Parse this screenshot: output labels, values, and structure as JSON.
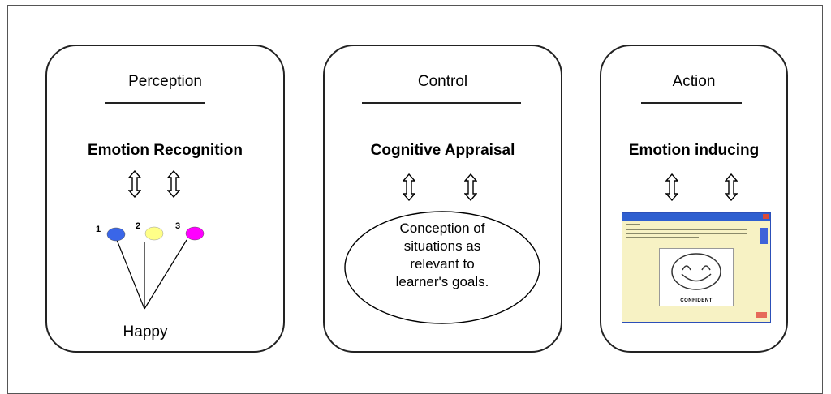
{
  "panels": [
    {
      "title": "Perception",
      "subtitle": "Emotion Recognition"
    },
    {
      "title": "Control",
      "subtitle": "Cognitive Appraisal"
    },
    {
      "title": "Action",
      "subtitle": "Emotion inducing"
    }
  ],
  "perception": {
    "markers": [
      {
        "label": "1",
        "color": "#3a66e8"
      },
      {
        "label": "2",
        "color": "#ffff88"
      },
      {
        "label": "3",
        "color": "#ff00ff"
      }
    ],
    "outcome": "Happy"
  },
  "control": {
    "oval_lines": [
      "Conception of",
      "situations as",
      "relevant to",
      "learner's goals."
    ]
  },
  "action": {
    "screenshot_label": "CONFIDENT"
  }
}
